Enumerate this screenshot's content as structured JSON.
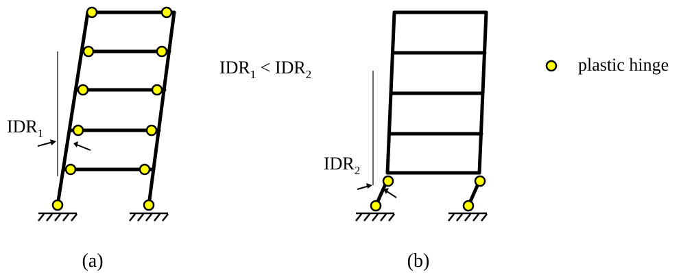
{
  "legend": {
    "label": "plastic hinge",
    "marker_color": "#ffff00"
  },
  "relation": {
    "a": "IDR",
    "a_sub": "1",
    "op": " < ",
    "b": "IDR",
    "b_sub": "2"
  },
  "frame_a": {
    "drift_label": "IDR",
    "drift_sub": "1",
    "caption": "(a)"
  },
  "frame_b": {
    "drift_label": "IDR",
    "drift_sub": "2",
    "caption": "(b)"
  },
  "colors": {
    "line": "#000000",
    "hinge_fill": "#ffff00",
    "hinge_stroke": "#000000"
  }
}
